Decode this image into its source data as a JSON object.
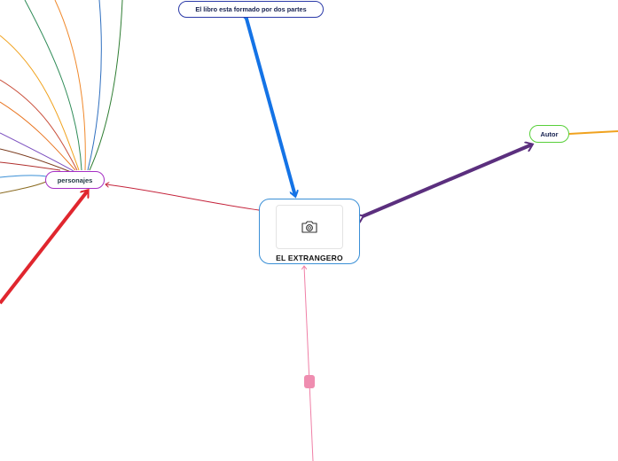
{
  "diagram": {
    "type": "mind-map",
    "colors": {
      "center_border": "#3a8fd6",
      "libro_border": "#2b3aa8",
      "libro_link": "#1473e6",
      "autor_border": "#58d03a",
      "autor_link": "#5b2f7e",
      "autor_branch": "#f0a21e",
      "personajes_border": "#a62fc4",
      "personajes_link": "#c4223a",
      "personajes_branch": "#e0262e",
      "bottom_link": "#ef7fa6"
    },
    "center": {
      "label": "EL EXTRANGERO",
      "icon": "camera-icon"
    },
    "nodes": {
      "libro": {
        "label": "El libro esta formado por dos partes"
      },
      "autor": {
        "label": "Autor"
      },
      "personajes": {
        "label": "personajes"
      }
    },
    "bottom_handle": {
      "color": "#ef8db0"
    }
  }
}
